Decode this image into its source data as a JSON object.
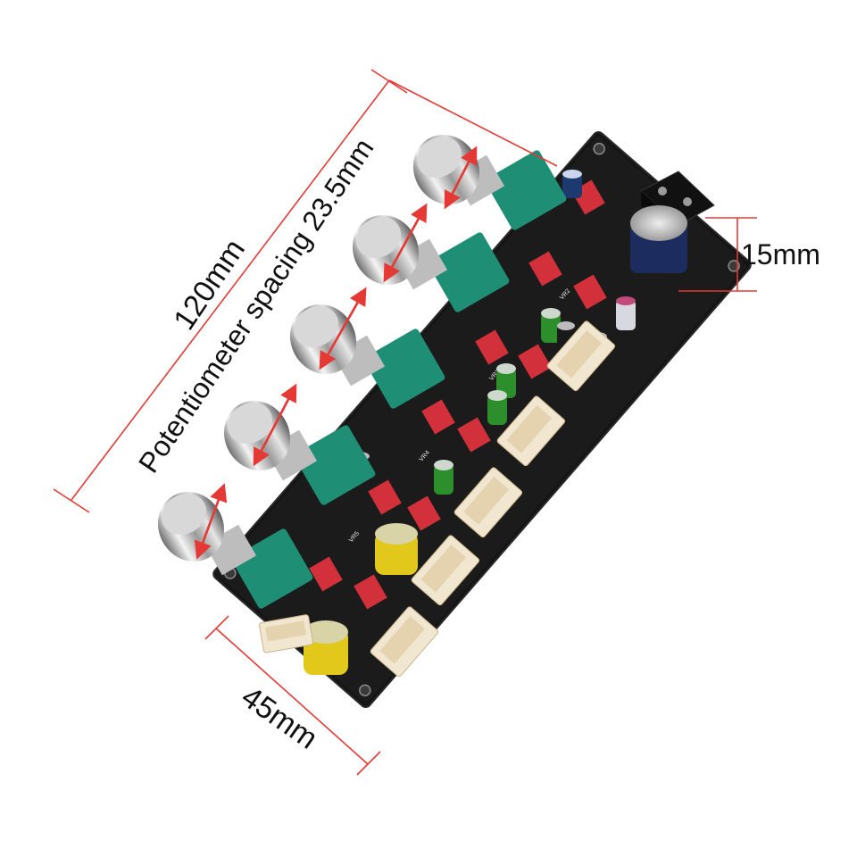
{
  "image": {
    "subject": "Potentiometer tone control PCB board product photo",
    "background_color": "#ffffff",
    "dimension_line_color": "#e53935"
  },
  "dimensions": {
    "length_label": "120mm",
    "width_label": "45mm",
    "height_label": "15mm",
    "spacing_label": "Potentiometer spacing 23.5mm"
  },
  "components": {
    "knob_count": 5,
    "connector_count": 6
  }
}
